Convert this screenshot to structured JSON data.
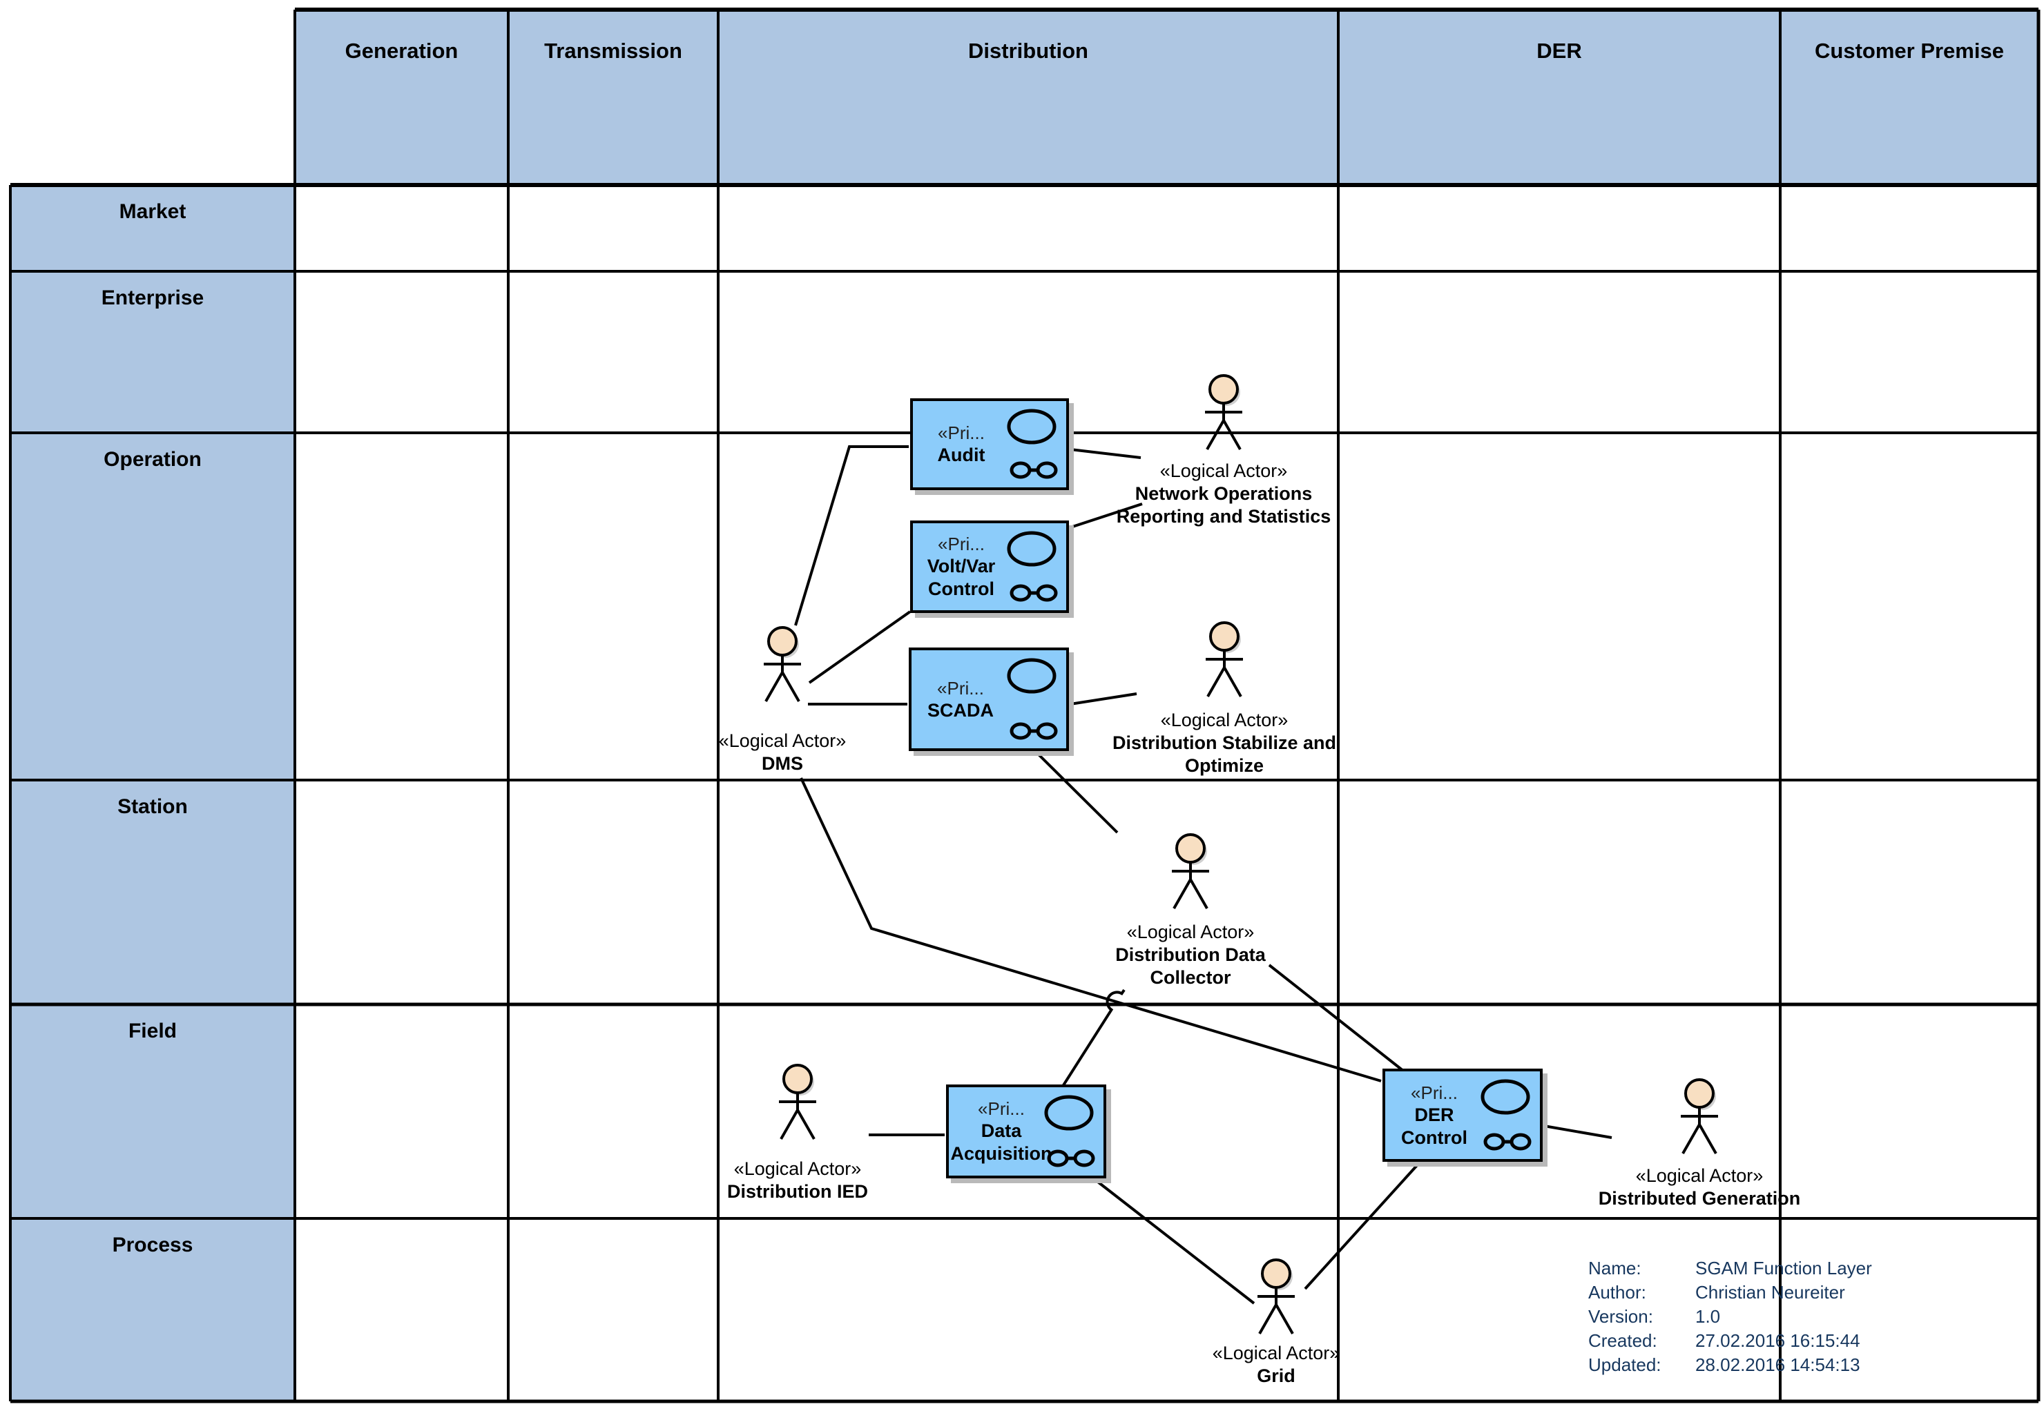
{
  "diagram": {
    "title": "SGAM Function Layer",
    "columns": [
      "Generation",
      "Transmission",
      "Distribution",
      "DER",
      "Customer Premise"
    ],
    "rows": [
      "Market",
      "Enterprise",
      "Operation",
      "Station",
      "Field",
      "Process"
    ],
    "use_cases": [
      {
        "stereotype": "«Pri...",
        "name": "Audit"
      },
      {
        "stereotype": "«Pri...",
        "name": "Volt/Var Control"
      },
      {
        "stereotype": "«Pri...",
        "name": "SCADA"
      },
      {
        "stereotype": "«Pri...",
        "name": "Data Acquisition"
      },
      {
        "stereotype": "«Pri...",
        "name": "DER Control"
      }
    ],
    "actors": [
      {
        "stereotype": "«Logical Actor»",
        "name": "DMS"
      },
      {
        "stereotype": "«Logical Actor»",
        "name": "Network Operations Reporting and Statistics"
      },
      {
        "stereotype": "«Logical Actor»",
        "name": "Distribution Stabilize and Optimize"
      },
      {
        "stereotype": "«Logical Actor»",
        "name": "Distribution Data Collector"
      },
      {
        "stereotype": "«Logical Actor»",
        "name": "Distribution IED"
      },
      {
        "stereotype": "«Logical Actor»",
        "name": "Distributed Generation"
      },
      {
        "stereotype": "«Logical Actor»",
        "name": "Grid"
      }
    ],
    "metadata": [
      {
        "label": "Name:",
        "value": "SGAM Function Layer"
      },
      {
        "label": "Author:",
        "value": "Christian Neureiter"
      },
      {
        "label": "Version:",
        "value": "1.0"
      },
      {
        "label": "Created:",
        "value": "27.02.2016 16:15:44"
      },
      {
        "label": "Updated:",
        "value": "28.02.2016 14:54:13"
      }
    ],
    "colors": {
      "header_fill": "#aec6e2",
      "use_case_fill": "#8cccfa",
      "actor_head_fill": "#f8dfc2",
      "metadata_text": "#17375e"
    }
  }
}
